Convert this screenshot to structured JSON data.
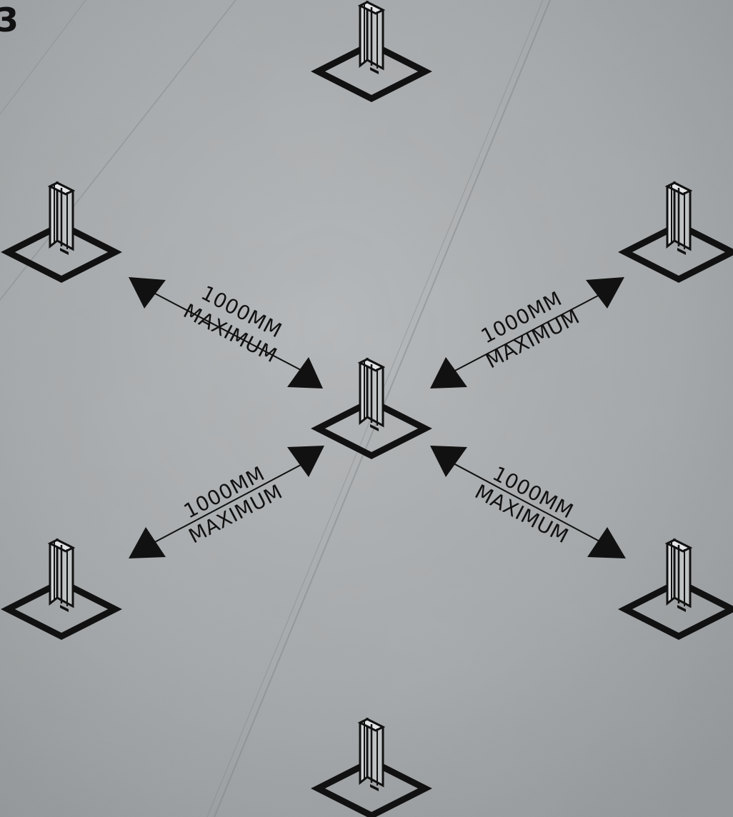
{
  "step_number": "3",
  "colors": {
    "concrete_light": "#b4b7b9",
    "concrete_dark": "#8d9193",
    "ink": "#111111",
    "post_metal": "#c9cbcc"
  },
  "icons": {
    "post": "steel-post-on-base-plate-icon",
    "arrow_head": "triangle-arrowhead"
  },
  "dimensions": [
    {
      "id": "nw",
      "value": "1000MM",
      "qualifier": "MAXIMUM"
    },
    {
      "id": "ne",
      "value": "1000MM",
      "qualifier": "MAXIMUM"
    },
    {
      "id": "sw",
      "value": "1000MM",
      "qualifier": "MAXIMUM"
    },
    {
      "id": "se",
      "value": "1000MM",
      "qualifier": "MAXIMUM"
    }
  ]
}
